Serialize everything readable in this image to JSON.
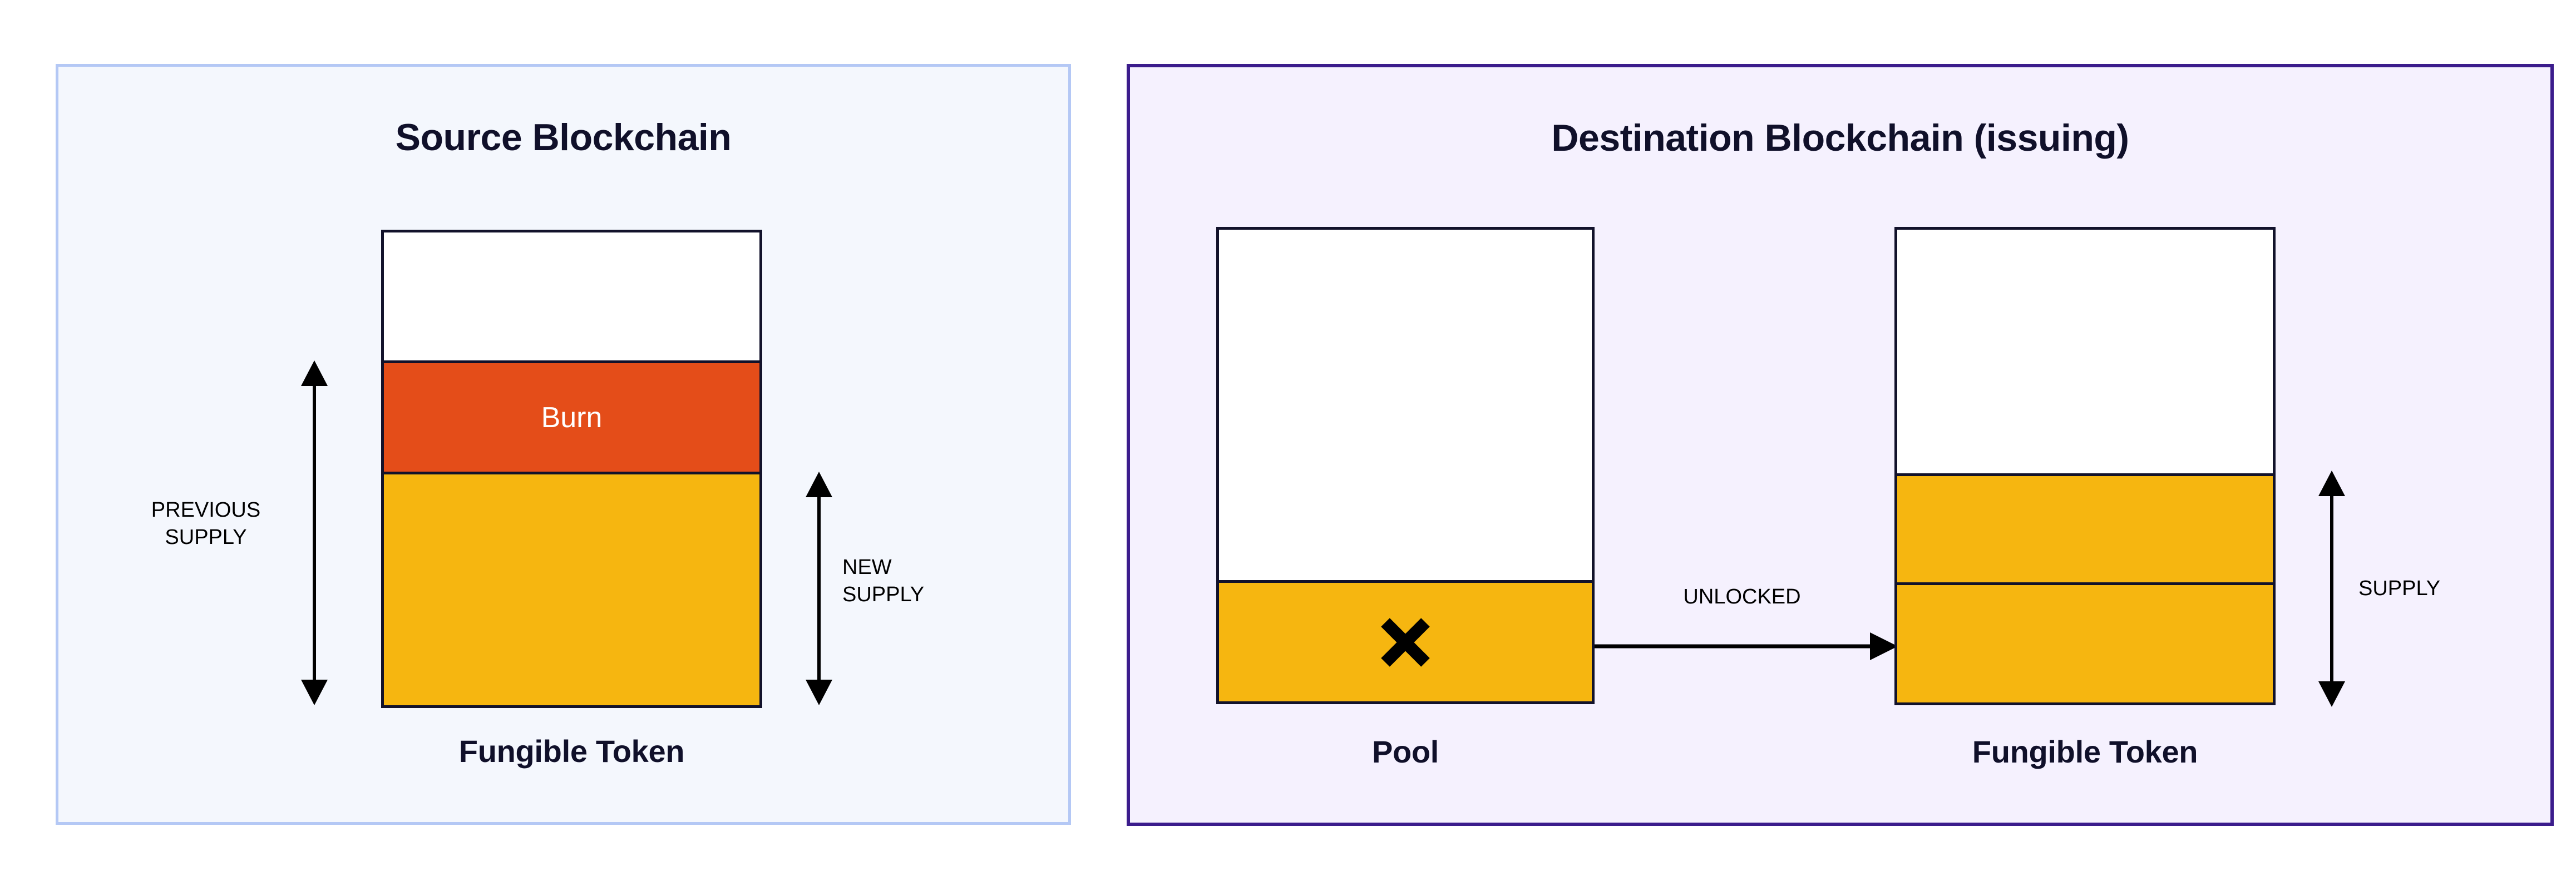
{
  "colors": {
    "source_panel_border": "#b4c8f5",
    "source_panel_fill": "#f4f7fd",
    "destination_panel_border": "#3b1c8c",
    "destination_panel_fill": "#f5f1fe",
    "burn": "#e44d19",
    "token_gold": "#f6b610",
    "outline": "#12122b",
    "text_dark": "#10102a",
    "text_on_burn": "#ffffff",
    "arrow": "#000000"
  },
  "panels": {
    "source": {
      "title": "Source Blockchain",
      "stack": {
        "caption": "Fungible Token",
        "segments": [
          {
            "name": "headroom",
            "label": "",
            "fill": "#ffffff",
            "kind": "white"
          },
          {
            "name": "burn",
            "label": "Burn",
            "fill": "#e44d19",
            "kind": "burn"
          },
          {
            "name": "remaining-supply",
            "label": "",
            "fill": "#f6b610",
            "kind": "gold"
          }
        ]
      },
      "measures": [
        {
          "name": "previous-supply",
          "label_line1": "PREVIOUS",
          "label_line2": "SUPPLY"
        },
        {
          "name": "new-supply",
          "label_line1": "NEW",
          "label_line2": "SUPPLY"
        }
      ]
    },
    "destination": {
      "title": "Destination Blockchain (issuing)",
      "pool": {
        "caption": "Pool",
        "icon": "x-mark-icon",
        "segments": [
          {
            "name": "pool-headroom",
            "label": "",
            "fill": "#ffffff",
            "kind": "white"
          },
          {
            "name": "pool-locked",
            "label": "",
            "fill": "#f6b610",
            "kind": "gold"
          }
        ]
      },
      "flow": {
        "name": "unlocked-flow",
        "label": "UNLOCKED"
      },
      "token": {
        "caption": "Fungible Token",
        "segments": [
          {
            "name": "token-headroom",
            "label": "",
            "fill": "#ffffff",
            "kind": "white"
          },
          {
            "name": "token-existing-supply",
            "label": "",
            "fill": "#f6b610",
            "kind": "gold"
          },
          {
            "name": "token-unlocked-supply",
            "label": "",
            "fill": "#f6b610",
            "kind": "gold"
          }
        ]
      },
      "measures": [
        {
          "name": "supply",
          "label_line1": "SUPPLY",
          "label_line2": ""
        }
      ]
    }
  }
}
